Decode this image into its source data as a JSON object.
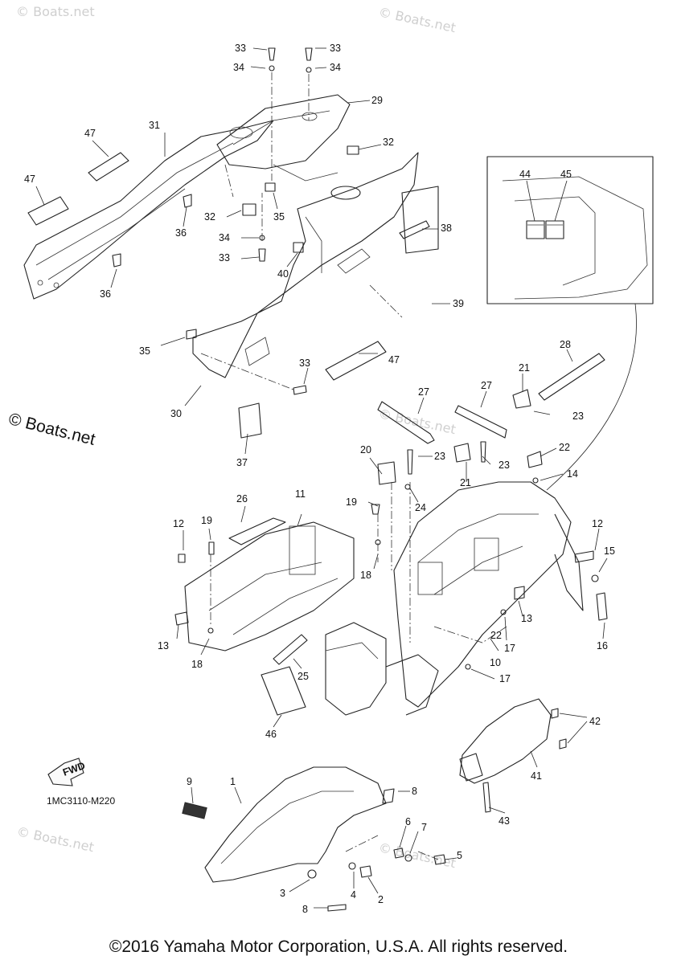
{
  "copyright": "©2016 Yamaha Motor Corporation, U.S.A. All rights reserved.",
  "watermark_main": "© Boats.net",
  "watermark_faint": "© Boats.net",
  "model_code": "1MC3110-M220",
  "fwd_label": "FWD",
  "callouts": {
    "c1": "1",
    "c2": "2",
    "c3": "3",
    "c4": "4",
    "c5": "5",
    "c6": "6",
    "c7": "7",
    "c8a": "8",
    "c8b": "8",
    "c9": "9",
    "c10": "10",
    "c11": "11",
    "c12a": "12",
    "c12b": "12",
    "c13a": "13",
    "c13b": "13",
    "c14": "14",
    "c15": "15",
    "c16": "16",
    "c17a": "17",
    "c17b": "17",
    "c18a": "18",
    "c18b": "18",
    "c19a": "19",
    "c19b": "19",
    "c20": "20",
    "c21a": "21",
    "c21b": "21",
    "c22a": "22",
    "c22b": "22",
    "c23a": "23",
    "c23b": "23",
    "c23c": "23",
    "c24": "24",
    "c25": "25",
    "c26": "26",
    "c27a": "27",
    "c27b": "27",
    "c28": "28",
    "c29": "29",
    "c30": "30",
    "c31": "31",
    "c32a": "32",
    "c32b": "32",
    "c33a": "33",
    "c33b": "33",
    "c33c": "33",
    "c33d": "33",
    "c34a": "34",
    "c34b": "34",
    "c34c": "34",
    "c35a": "35",
    "c35b": "35",
    "c36a": "36",
    "c36b": "36",
    "c37": "37",
    "c38": "38",
    "c39": "39",
    "c40": "40",
    "c41": "41",
    "c42": "42",
    "c43": "43",
    "c44": "44",
    "c45": "45",
    "c46": "46",
    "c47a": "47",
    "c47b": "47",
    "c47c": "47"
  }
}
